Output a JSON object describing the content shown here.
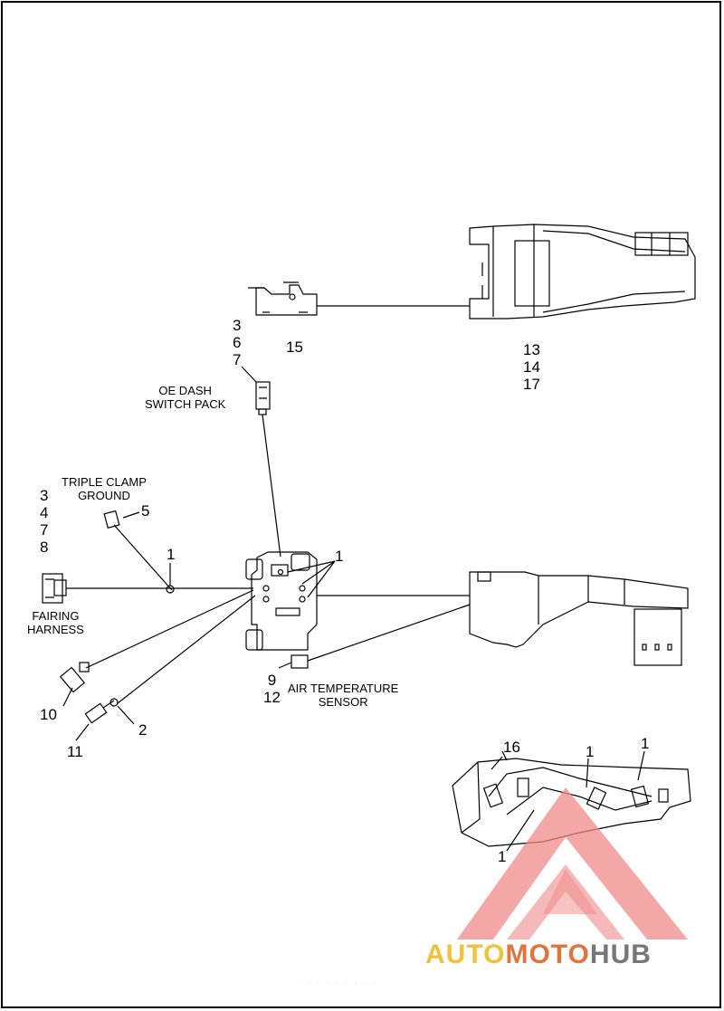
{
  "callouts": {
    "top_left_stack": [
      "3",
      "6",
      "7"
    ],
    "part_15": "15",
    "right_stack": [
      "13",
      "14",
      "17"
    ],
    "left_stack": [
      "3",
      "4",
      "7",
      "8"
    ],
    "part_5": "5",
    "clip_1": "1",
    "bracket_1": "1",
    "part_9_12": [
      "9",
      "12"
    ],
    "part_10": "10",
    "part_11": "11",
    "part_2": "2",
    "detail_16": "16",
    "detail_1a": "1",
    "detail_1b": "1",
    "detail_1c": "1"
  },
  "captions": {
    "oe_dash": [
      "OE DASH",
      "SWITCH PACK"
    ],
    "triple_clamp": [
      "TRIPLE CLAMP",
      "GROUND"
    ],
    "fairing": [
      "FAIRING",
      "HARNESS"
    ],
    "air_temp": [
      "AIR TEMPERATURE",
      "SENSOR"
    ]
  },
  "watermark": {
    "part1": "AUTO",
    "part2": "MOTO",
    "part3": "HUB",
    "colors": {
      "auto": "#f0c23a",
      "moto": "#e0743c",
      "hub": "#777777",
      "triangle": "#f08a8a"
    }
  },
  "footer_text": "· · · · · · · · ·"
}
